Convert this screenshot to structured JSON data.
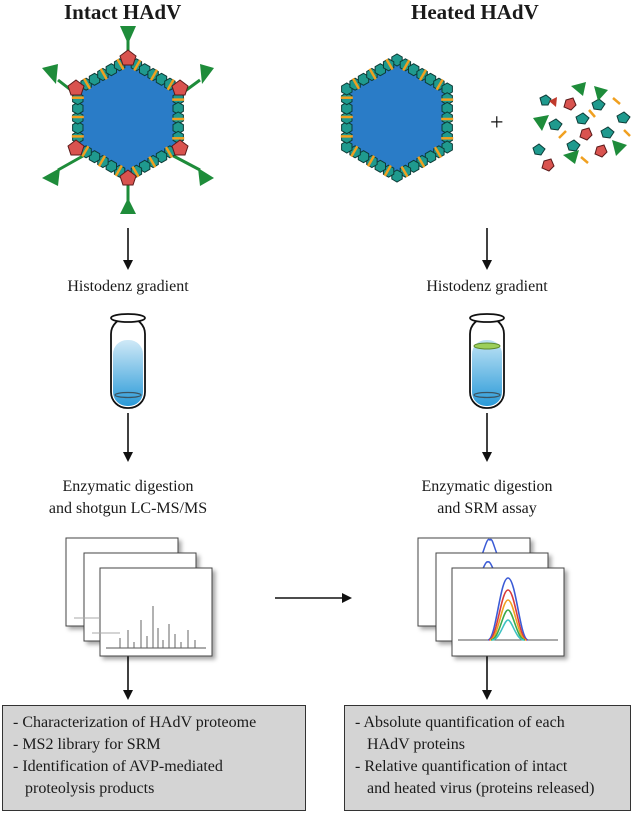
{
  "left": {
    "title": "Intact HAdV",
    "step1": "Histodenz gradient",
    "step2_line1": "Enzymatic digestion",
    "step2_line2": "and shotgun LC-MS/MS",
    "results": [
      "- Characterization of HAdV proteome",
      "- MS2 library for SRM",
      "- Identification of AVP-mediated",
      "proteolysis products"
    ]
  },
  "right": {
    "title": "Heated HAdV",
    "plus": "+",
    "step1": "Histodenz gradient",
    "step2_line1": "Enzymatic digestion",
    "step2_line2": "and SRM assay",
    "results": [
      "- Absolute quantification of each",
      "HAdV proteins",
      "- Relative quantification of intact",
      "and heated virus (proteins released)"
    ]
  },
  "colors": {
    "capsid_blue": "#2a7cc7",
    "hexon_teal": "#1f9a8e",
    "penton_red": "#d9534f",
    "fiber_green": "#1e8c3a",
    "protein_orange": "#f0a020",
    "box_gray": "#d4d4d4"
  }
}
